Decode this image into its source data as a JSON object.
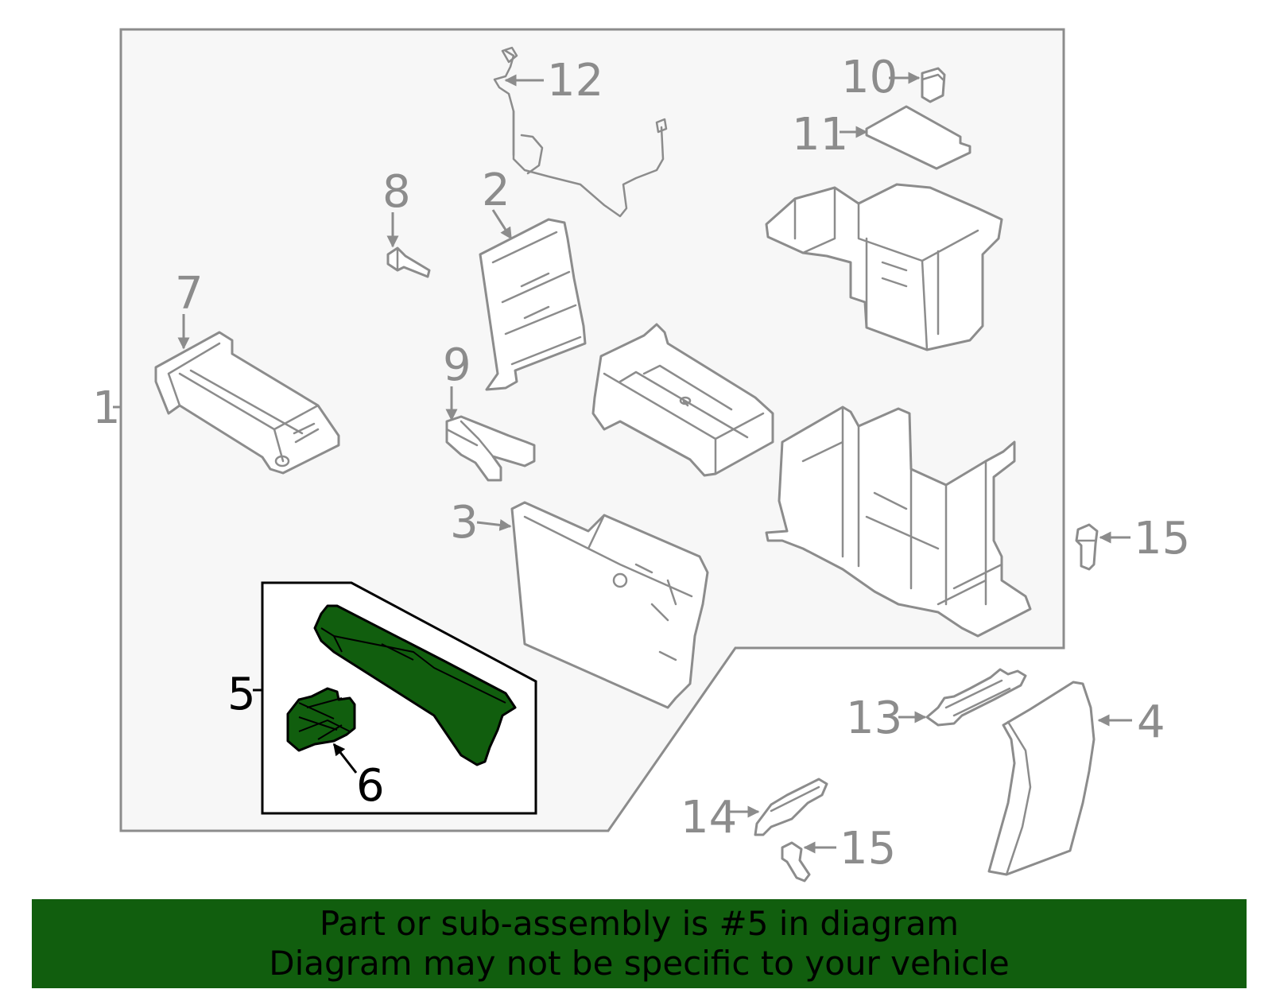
{
  "callouts": {
    "c1": "1",
    "c2": "2",
    "c3": "3",
    "c4": "4",
    "c5": "5",
    "c6": "6",
    "c7": "7",
    "c8": "8",
    "c9": "9",
    "c10": "10",
    "c11": "11",
    "c12": "12",
    "c13": "13",
    "c14": "14",
    "c15a": "15",
    "c15b": "15"
  },
  "banner": {
    "line1": "Part or sub-assembly is #5 in diagram",
    "line2": "Diagram may not be specific to your vehicle"
  },
  "colors": {
    "highlight": "#115e0e",
    "outline": "#8c8c8c",
    "panel_fill": "#f7f7f7"
  },
  "highlighted_part": "5"
}
